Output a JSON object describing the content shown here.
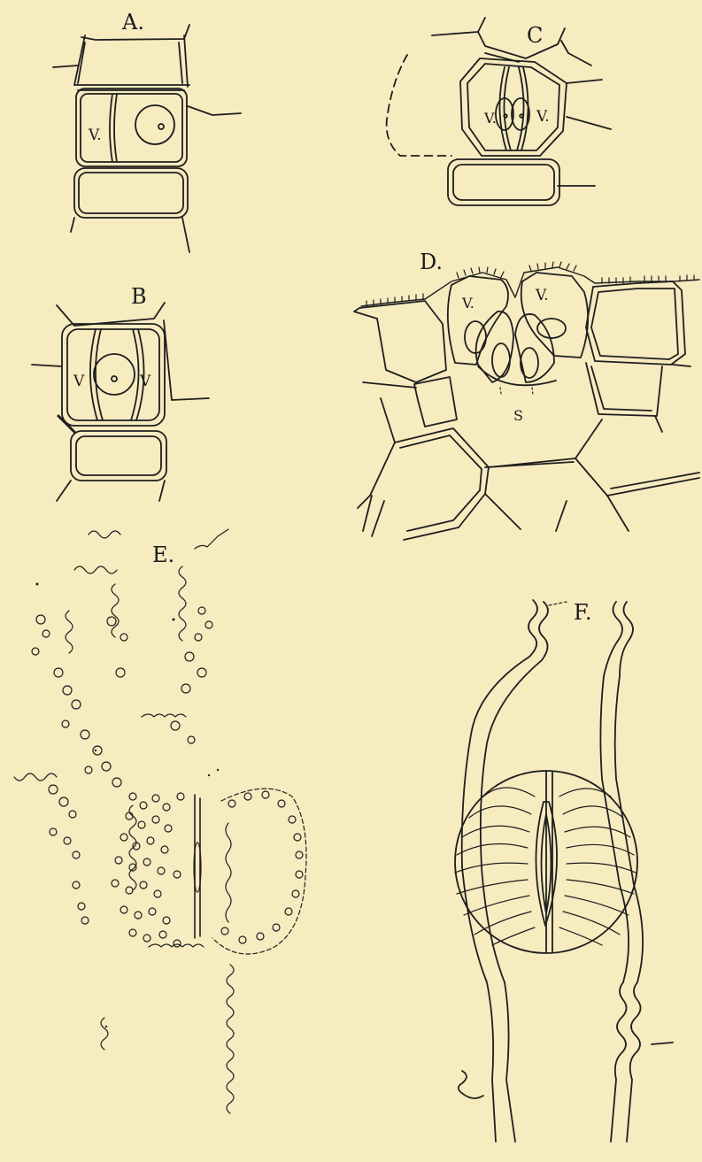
{
  "figures": {
    "A": {
      "label": "A.",
      "annotations": [
        "V."
      ]
    },
    "B": {
      "label": "B",
      "annotations": [
        "V",
        "V"
      ]
    },
    "C": {
      "label": "C",
      "annotations": [
        "V.",
        "V."
      ]
    },
    "D": {
      "label": "D.",
      "annotations": [
        "V.",
        "V.",
        "S"
      ]
    },
    "E": {
      "label": "E."
    },
    "F": {
      "label": "F."
    }
  }
}
